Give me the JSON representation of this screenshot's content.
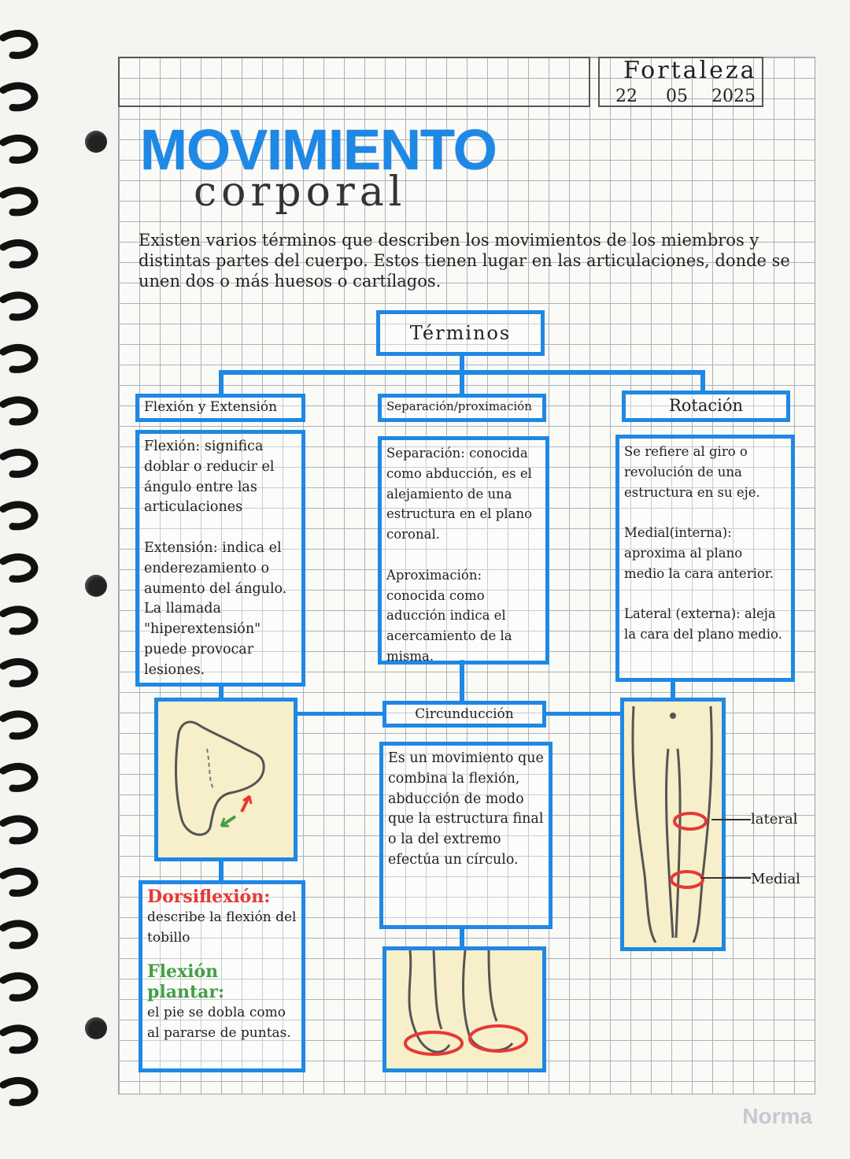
{
  "header": {
    "place": "Fortaleza",
    "day": "22",
    "month": "05",
    "year": "2025"
  },
  "title": "MOVIMIENTO",
  "subtitle": "corporal",
  "intro": "Existen varios términos que describen los movimientos de los miembros y distintas partes del cuerpo. Estos tienen lugar en las articulaciones, donde se unen dos o más huesos o cartílagos.",
  "root": "Términos",
  "branches": {
    "flexion": {
      "label": "Flexión y Extensión",
      "text": "Flexión: significa doblar o reducir el ángulo entre las articulaciones\n\nExtensión: indica el enderezamiento o aumento del ángulo. La llamada \"hiperextensión\" puede provocar lesiones."
    },
    "separacion": {
      "label": "Separación/proximación",
      "text": "Separación: conocida como abducción, es el alejamiento de una estructura en el plano coronal.\n\nAproximación: conocida como aducción indica el acercamiento de la misma."
    },
    "rotacion": {
      "label": "Rotación",
      "text": "Se refiere al giro o revolución de una estructura en su eje.\n\nMedial(interna): aproxima al plano medio la cara anterior.\n\nLateral (externa): aleja la cara del plano medio."
    },
    "circunduccion": {
      "label": "Circunducción",
      "text": "Es un movimiento que combina la flexión, abducción de modo que la estructura final o la del extremo efectúa un círculo."
    }
  },
  "foot": {
    "dorsi_title": "Dorsiflexión:",
    "dorsi_text": "describe la flexión del tobillo",
    "plantar_title": "Flexión plantar:",
    "plantar_text": "el pie se dobla como al pararse de puntas."
  },
  "leg_labels": {
    "lateral": "lateral",
    "medial": "Medial"
  },
  "brand": "Norma",
  "colors": {
    "accent": "#1e88e5",
    "red": "#e53935",
    "green": "#43a047",
    "skin": "#f7efc9"
  }
}
